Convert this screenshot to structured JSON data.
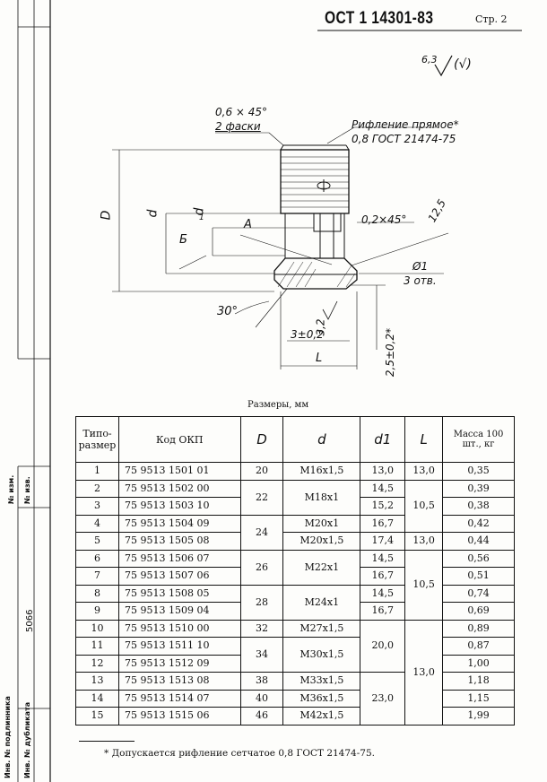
{
  "header": {
    "standard": "ОСТ 1 14301-83",
    "page": "Стр. 2"
  },
  "drawing": {
    "roughness_value": "6,3",
    "roughness_suffix": "(√)",
    "chamfer_note": "0,6 × 45°",
    "chamfer_count": "2 фаски",
    "knurl_note": "Рифление прямое*",
    "knurl_std": "0,8 ГОСТ 21474-75",
    "label_D": "D",
    "label_d": "d",
    "label_d1": "d",
    "label_d1_sub": "1",
    "label_A": "A",
    "label_B": "Б",
    "chamfer_small": "0,2×45°",
    "roughness_small": "12,5",
    "hole_dia": "Ø1",
    "hole_count": "3 отв.",
    "angle": "30°",
    "roughness_32": "3,2",
    "dim_3": "3±0,2",
    "dim_25": "2,5±0,2*",
    "label_L": "L"
  },
  "margin": {
    "inv_podl": "Инв. № подлинника",
    "inv_dubl": "Инв. № дубликата",
    "number": "5066",
    "izm": "№ изм.",
    "izv": "№ изв."
  },
  "table_caption": "Размеры, мм",
  "table": {
    "headers": {
      "type": "Типо- размер",
      "code": "Код ОКП",
      "D": "D",
      "d": "d",
      "d1": "d1",
      "L": "L",
      "mass": "Масса 100 шт., кг"
    },
    "rows": [
      {
        "n": "1",
        "code": "75 9513 1501 01",
        "D": "20",
        "d": "М16х1,5",
        "d1": "13,0",
        "L": "13,0",
        "m": "0,35"
      },
      {
        "n": "2",
        "code": "75 9513 1502 00",
        "D": "22",
        "d": "М18х1",
        "d1": "14,5",
        "L": "10,5",
        "m": "0,39"
      },
      {
        "n": "3",
        "code": "75 9513 1503 10",
        "d1": "15,2",
        "m": "0,38"
      },
      {
        "n": "4",
        "code": "75 9513 1504 09",
        "D": "24",
        "d": "М20х1",
        "d1": "16,7",
        "m": "0,42"
      },
      {
        "n": "5",
        "code": "75 9513 1505 08",
        "d": "М20х1,5",
        "d1": "17,4",
        "L": "13,0",
        "m": "0,44"
      },
      {
        "n": "6",
        "code": "75 9513 1506 07",
        "D": "26",
        "d": "М22х1",
        "d1": "14,5",
        "L": "10,5",
        "m": "0,56"
      },
      {
        "n": "7",
        "code": "75 9513 1507 06",
        "d1": "16,7",
        "m": "0,51"
      },
      {
        "n": "8",
        "code": "75 9513 1508 05",
        "D": "28",
        "d": "М24х1",
        "d1": "14,5",
        "m": "0,74"
      },
      {
        "n": "9",
        "code": "75 9513 1509 04",
        "d1": "16,7",
        "m": "0,69"
      },
      {
        "n": "10",
        "code": "75 9513 1510 00",
        "D": "32",
        "d": "М27х1,5",
        "d1": "20,0",
        "L": "13,0",
        "m": "0,89"
      },
      {
        "n": "11",
        "code": "75 9513 1511 10",
        "D": "34",
        "d": "М30х1,5",
        "m": "0,87"
      },
      {
        "n": "12",
        "code": "75 9513 1512 09",
        "m": "1,00"
      },
      {
        "n": "13",
        "code": "75 9513 1513 08",
        "D": "38",
        "d": "М33х1,5",
        "d1": "23,0",
        "m": "1,18"
      },
      {
        "n": "14",
        "code": "75 9513 1514 07",
        "D": "40",
        "d": "М36х1,5",
        "m": "1,15"
      },
      {
        "n": "15",
        "code": "75 9513 1515 06",
        "D": "46",
        "d": "М42х1,5",
        "m": "1,99"
      }
    ]
  },
  "footnote": "* Допускается рифление сетчатое 0,8 ГОСТ 21474-75."
}
